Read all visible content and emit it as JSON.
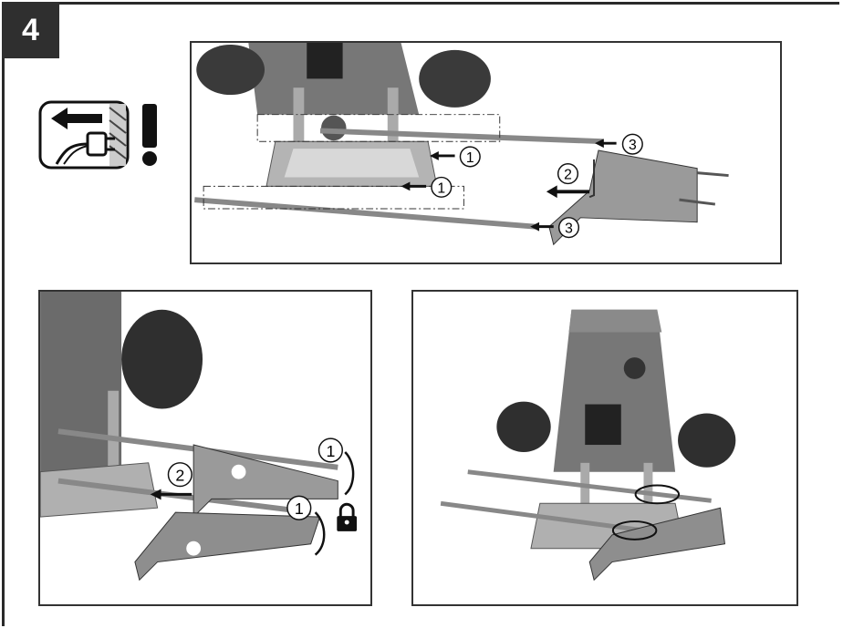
{
  "step_number": "4",
  "callouts": {
    "top_guide_rod_left": "1",
    "top_base_left": "1",
    "top_rod_right": "3",
    "top_bracket_push": "2",
    "top_lower_rod_right": "3",
    "bl_lock_upper": "1",
    "bl_lock_lower": "1",
    "bl_push": "2"
  },
  "icons": {
    "unplug": "unplug-warning-icon",
    "exclamation": "!",
    "padlock": "padlock-icon"
  }
}
